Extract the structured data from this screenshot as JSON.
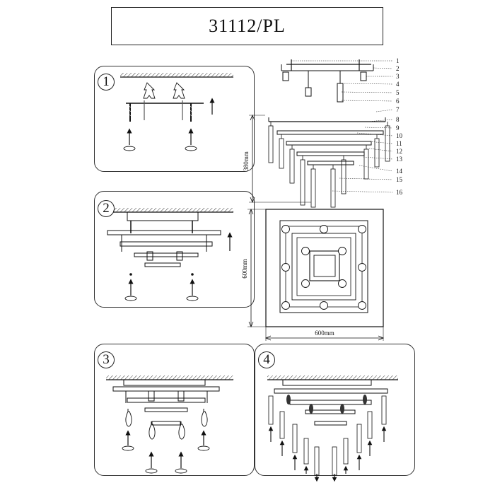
{
  "title": "31112/PL",
  "steps": [
    "1",
    "2",
    "3",
    "4"
  ],
  "part_numbers": [
    "1",
    "2",
    "3",
    "4",
    "5",
    "6",
    "7",
    "8",
    "9",
    "10",
    "11",
    "12",
    "13",
    "14",
    "15",
    "16"
  ],
  "dimensions": {
    "height": "380mm",
    "depth": "600mm",
    "width": "600mm"
  }
}
